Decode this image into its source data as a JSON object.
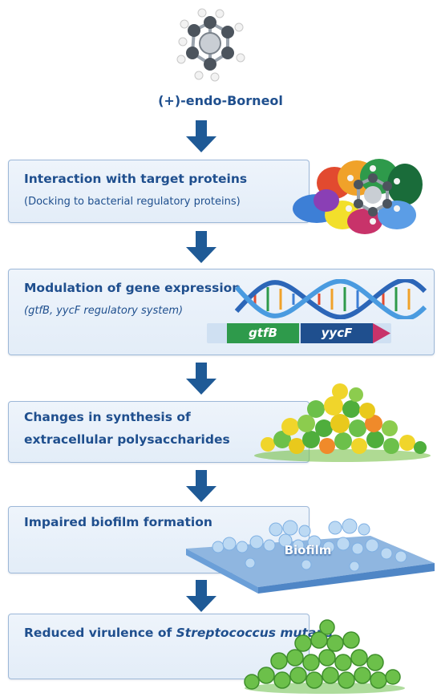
{
  "molecule": {
    "name": "(+)-endo-Borneol"
  },
  "steps": [
    {
      "title": "Interaction with target proteins",
      "subtitle": "(Docking to bacterial regulatory proteins)"
    },
    {
      "title": "Modulation of gene expression",
      "subtitle_gene1": "gtfB",
      "subtitle_sep": ", ",
      "subtitle_gene2": "yycF",
      "subtitle_rest": " regulatory system)",
      "subtitle_open": "("
    },
    {
      "title_line1": "Changes in synthesis of",
      "title_line2": "extracellular polysaccharides"
    },
    {
      "title": "Impaired biofilm formation"
    },
    {
      "title_plain": "Reduced virulence of ",
      "title_italic": "Streptococcus mutans"
    }
  ],
  "gene_labels": {
    "gene1": "gtfB",
    "gene2": "yycF"
  },
  "biofilm_label": "Biofilm",
  "colors": {
    "text": "#1f4f8e",
    "arrow": "#1f5a96",
    "box_border": "#9db8d8",
    "box_fill": "#e8f0f9",
    "gene1": "#2e9a4b",
    "gene2": "#1f4f8e"
  },
  "icons": [
    "borneol-molecule-icon",
    "protein-complex-icon",
    "dna-helix-icon",
    "polysaccharide-pile-icon",
    "biofilm-slab-icon",
    "bacteria-cluster-icon"
  ]
}
